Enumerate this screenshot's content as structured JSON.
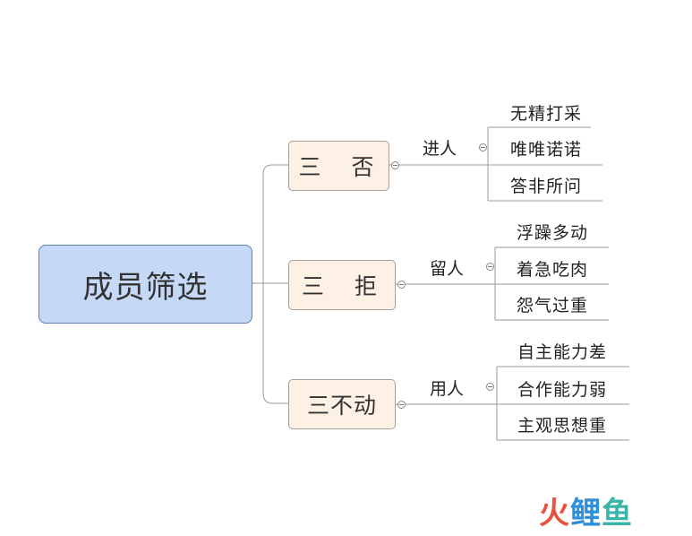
{
  "root": {
    "label": "成员筛选"
  },
  "branches": [
    {
      "label": "三  否",
      "relation": "进人",
      "leaves": [
        "无精打采",
        "唯唯诺诺",
        "答非所问"
      ]
    },
    {
      "label": "三  拒",
      "relation": "留人",
      "leaves": [
        "浮躁多动",
        "着急吃肉",
        "怨气过重"
      ]
    },
    {
      "label": "三不动",
      "relation": "用人",
      "leaves": [
        "自主能力差",
        "合作能力弱",
        "主观思想重"
      ]
    }
  ],
  "logo": {
    "part1": "火",
    "part2": "鲤",
    "part3": "鱼"
  },
  "colors": {
    "root_fill": "#c5d9f6",
    "root_border": "#5b7fae",
    "branch_fill": "#fdf1e6",
    "line": "#9a9a9a"
  }
}
